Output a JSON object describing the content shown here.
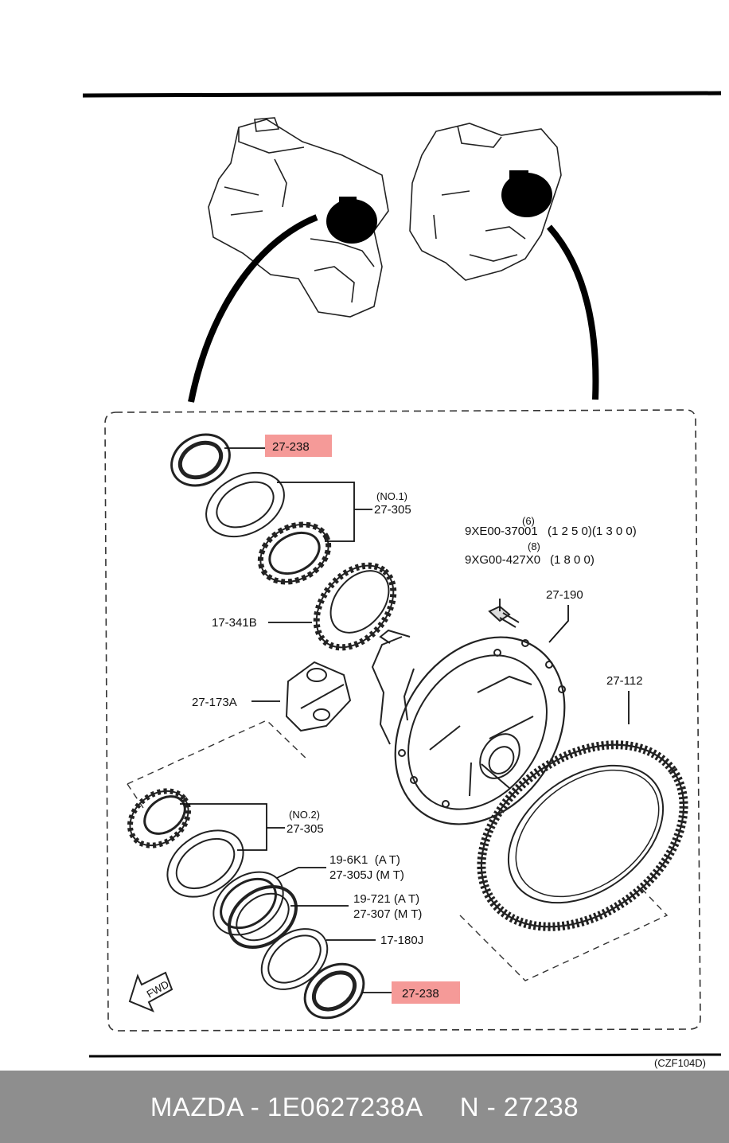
{
  "diagram": {
    "code": "(CZF104D)",
    "fwd_label": "FWD",
    "labels": {
      "seal_top": "27-238",
      "bearing_no1_tag": "(NO.1)",
      "bearing_no1_part": "27-305",
      "bolt_qty_a": "(6)",
      "bolt_part_a": "9XE00-37001",
      "bolt_spec_a": "(1 2 5 0)(1 3 0 0)",
      "bolt_qty_b": "(8)",
      "bolt_part_b": "9XG00-427X0",
      "bolt_spec_b": "(1 8 0 0)",
      "case": "27-190",
      "speedo_gear": "17-341B",
      "ring_gear": "27-112",
      "sleeve": "27-173A",
      "bearing_no2_tag": "(NO.2)",
      "bearing_no2_part": "27-305",
      "shim_at": "19-6K1  (A T)",
      "shim_mt": "27-305J (M T)",
      "ring_at": "19-721 (A T)",
      "ring_mt": "27-307 (M T)",
      "spacer": "17-180J",
      "seal_bottom": "27-238"
    }
  },
  "footer": {
    "brand_part": "MAZDA - 1E0627238A",
    "ref": "N - 27238"
  },
  "colors": {
    "highlight": "#f59a98",
    "footer_bg": "#8e8e8e"
  }
}
